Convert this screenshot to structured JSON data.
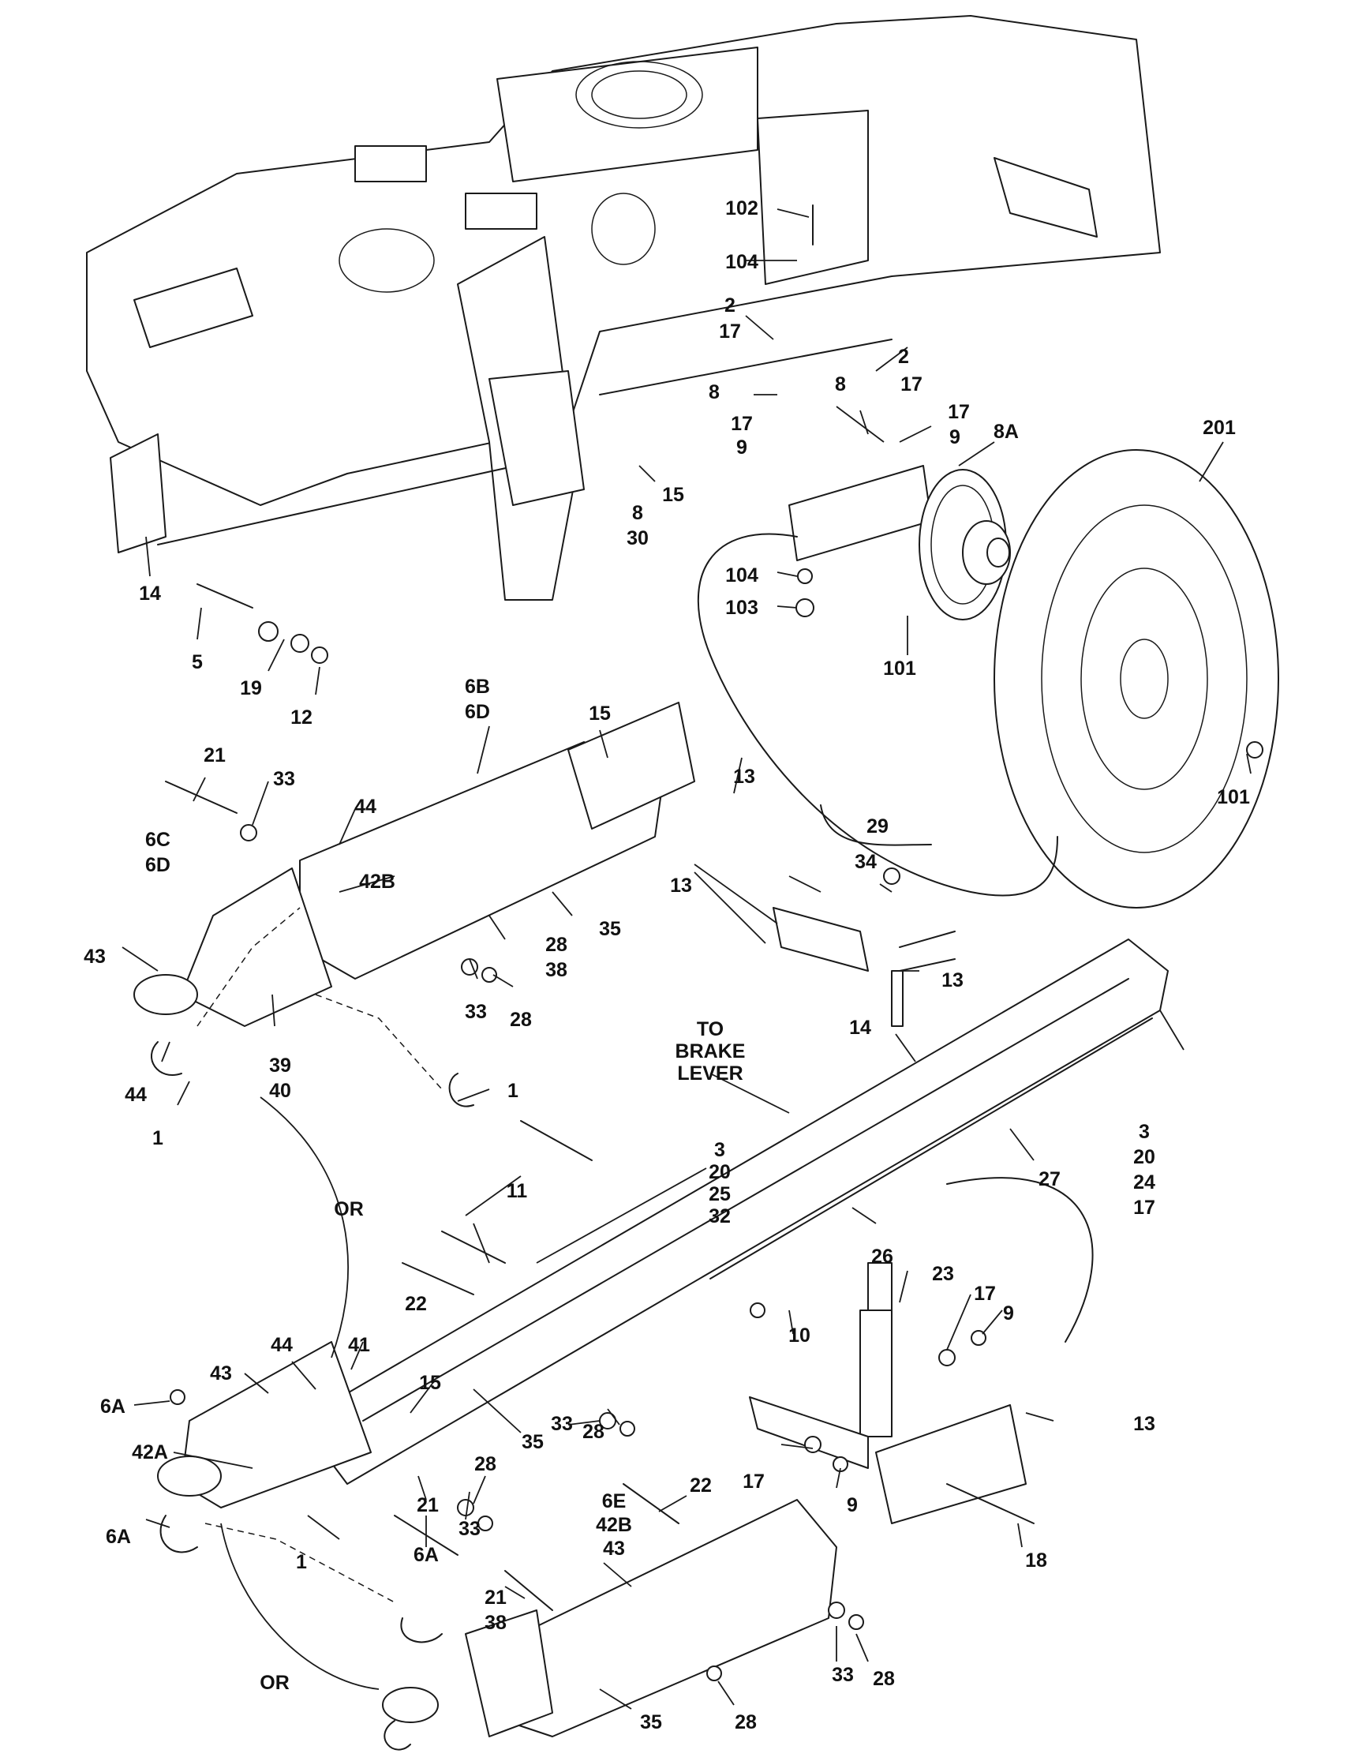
{
  "callouts": [
    {
      "id": "c102",
      "text": "102"
    },
    {
      "id": "c104a",
      "text": "104"
    },
    {
      "id": "c2a",
      "text": "2"
    },
    {
      "id": "c17a",
      "text": "17"
    },
    {
      "id": "c2b",
      "text": "2"
    },
    {
      "id": "c17b",
      "text": "17"
    },
    {
      "id": "c8a",
      "text": "8"
    },
    {
      "id": "c8b",
      "text": "8"
    },
    {
      "id": "c17c",
      "text": "17"
    },
    {
      "id": "c9a",
      "text": "9"
    },
    {
      "id": "c17d",
      "text": "17"
    },
    {
      "id": "c9b",
      "text": "9"
    },
    {
      "id": "c8A",
      "text": "8A"
    },
    {
      "id": "c201",
      "text": "201"
    },
    {
      "id": "c8c",
      "text": "8"
    },
    {
      "id": "c30",
      "text": "30"
    },
    {
      "id": "c15a",
      "text": "15"
    },
    {
      "id": "c14a",
      "text": "14"
    },
    {
      "id": "c5",
      "text": "5"
    },
    {
      "id": "c19",
      "text": "19"
    },
    {
      "id": "c12",
      "text": "12"
    },
    {
      "id": "c104b",
      "text": "104"
    },
    {
      "id": "c103",
      "text": "103"
    },
    {
      "id": "c101a",
      "text": "101"
    },
    {
      "id": "c101b",
      "text": "101"
    },
    {
      "id": "c6B",
      "text": "6B"
    },
    {
      "id": "c6D1",
      "text": "6D"
    },
    {
      "id": "c15b",
      "text": "15"
    },
    {
      "id": "c21a",
      "text": "21"
    },
    {
      "id": "c33a",
      "text": "33"
    },
    {
      "id": "c44a",
      "text": "44"
    },
    {
      "id": "c13a",
      "text": "13"
    },
    {
      "id": "c6C",
      "text": "6C"
    },
    {
      "id": "c6D2",
      "text": "6D"
    },
    {
      "id": "c42Ba",
      "text": "42B"
    },
    {
      "id": "c43a",
      "text": "43"
    },
    {
      "id": "c28a",
      "text": "28"
    },
    {
      "id": "c38a",
      "text": "38"
    },
    {
      "id": "c35a",
      "text": "35"
    },
    {
      "id": "c33b",
      "text": "33"
    },
    {
      "id": "c28b",
      "text": "28"
    },
    {
      "id": "c39",
      "text": "39"
    },
    {
      "id": "c40",
      "text": "40"
    },
    {
      "id": "c44b",
      "text": "44"
    },
    {
      "id": "c1a",
      "text": "1"
    },
    {
      "id": "c1b",
      "text": "1"
    },
    {
      "id": "c29",
      "text": "29"
    },
    {
      "id": "c34",
      "text": "34"
    },
    {
      "id": "c13b",
      "text": "13"
    },
    {
      "id": "c13c",
      "text": "13"
    },
    {
      "id": "c14b",
      "text": "14"
    },
    {
      "id": "c3a",
      "text": "3"
    },
    {
      "id": "c20a",
      "text": "20"
    },
    {
      "id": "c25",
      "text": "25"
    },
    {
      "id": "c32",
      "text": "32"
    },
    {
      "id": "c3b",
      "text": "3"
    },
    {
      "id": "c20b",
      "text": "20"
    },
    {
      "id": "c24",
      "text": "24"
    },
    {
      "id": "c17e",
      "text": "17"
    },
    {
      "id": "c27",
      "text": "27"
    },
    {
      "id": "c11",
      "text": "11"
    },
    {
      "id": "c26",
      "text": "26"
    },
    {
      "id": "c22a",
      "text": "22"
    },
    {
      "id": "c23",
      "text": "23"
    },
    {
      "id": "c17f",
      "text": "17"
    },
    {
      "id": "c9c",
      "text": "9"
    },
    {
      "id": "c10",
      "text": "10"
    },
    {
      "id": "c44c",
      "text": "44"
    },
    {
      "id": "c41",
      "text": "41"
    },
    {
      "id": "c43b",
      "text": "43"
    },
    {
      "id": "c15c",
      "text": "15"
    },
    {
      "id": "c6A1",
      "text": "6A"
    },
    {
      "id": "c42A",
      "text": "42A"
    },
    {
      "id": "c33c",
      "text": "33"
    },
    {
      "id": "c28c",
      "text": "28"
    },
    {
      "id": "c35b",
      "text": "35"
    },
    {
      "id": "c13d",
      "text": "13"
    },
    {
      "id": "c28d",
      "text": "28"
    },
    {
      "id": "c21b",
      "text": "21"
    },
    {
      "id": "c33d",
      "text": "33"
    },
    {
      "id": "c6A2",
      "text": "6A"
    },
    {
      "id": "c6A3",
      "text": "6A"
    },
    {
      "id": "c1c",
      "text": "1"
    },
    {
      "id": "c17g",
      "text": "17"
    },
    {
      "id": "c9d",
      "text": "9"
    },
    {
      "id": "c18",
      "text": "18"
    },
    {
      "id": "c22b",
      "text": "22"
    },
    {
      "id": "c6E",
      "text": "6E"
    },
    {
      "id": "c42Bb",
      "text": "42B"
    },
    {
      "id": "c43c",
      "text": "43"
    },
    {
      "id": "c21c",
      "text": "21"
    },
    {
      "id": "c38b",
      "text": "38"
    },
    {
      "id": "c33e",
      "text": "33"
    },
    {
      "id": "c28e",
      "text": "28"
    },
    {
      "id": "c28f",
      "text": "28"
    },
    {
      "id": "c35c",
      "text": "35"
    }
  ],
  "notes": {
    "or_top": "OR",
    "or_bottom": "OR",
    "brake_lever": [
      "TO",
      "BRAKE",
      "LEVER"
    ]
  }
}
